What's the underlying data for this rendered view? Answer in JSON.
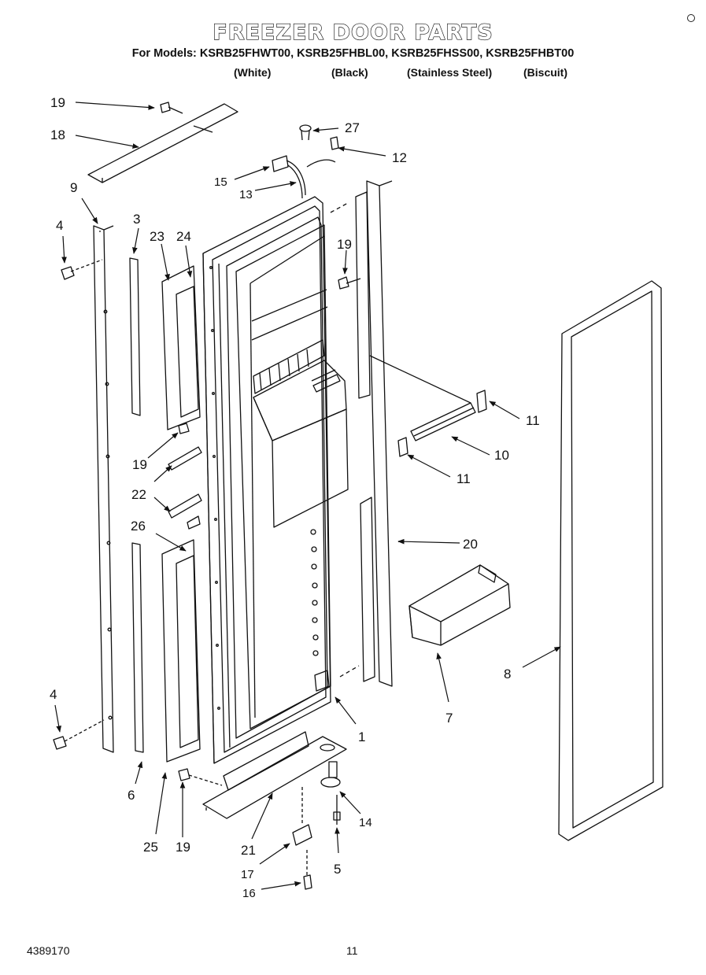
{
  "header": {
    "title": "FREEZER DOOR PARTS",
    "models_line": "For Models: KSRB25FHWT00, KSRB25FHBL00, KSRB25FHSS00, KSRB25FHBT00",
    "colors": [
      "(White)",
      "(Black)",
      "(Stainless Steel)",
      "(Biscuit)"
    ]
  },
  "callouts": [
    "19",
    "18",
    "9",
    "4",
    "3",
    "23",
    "24",
    "15",
    "13",
    "27",
    "12",
    "19",
    "11",
    "10",
    "11",
    "19",
    "22",
    "26",
    "20",
    "4",
    "6",
    "25",
    "19",
    "21",
    "1",
    "7",
    "8",
    "14",
    "5",
    "17",
    "16"
  ],
  "footer": {
    "doc_number": "4389170",
    "page_number": "11"
  }
}
